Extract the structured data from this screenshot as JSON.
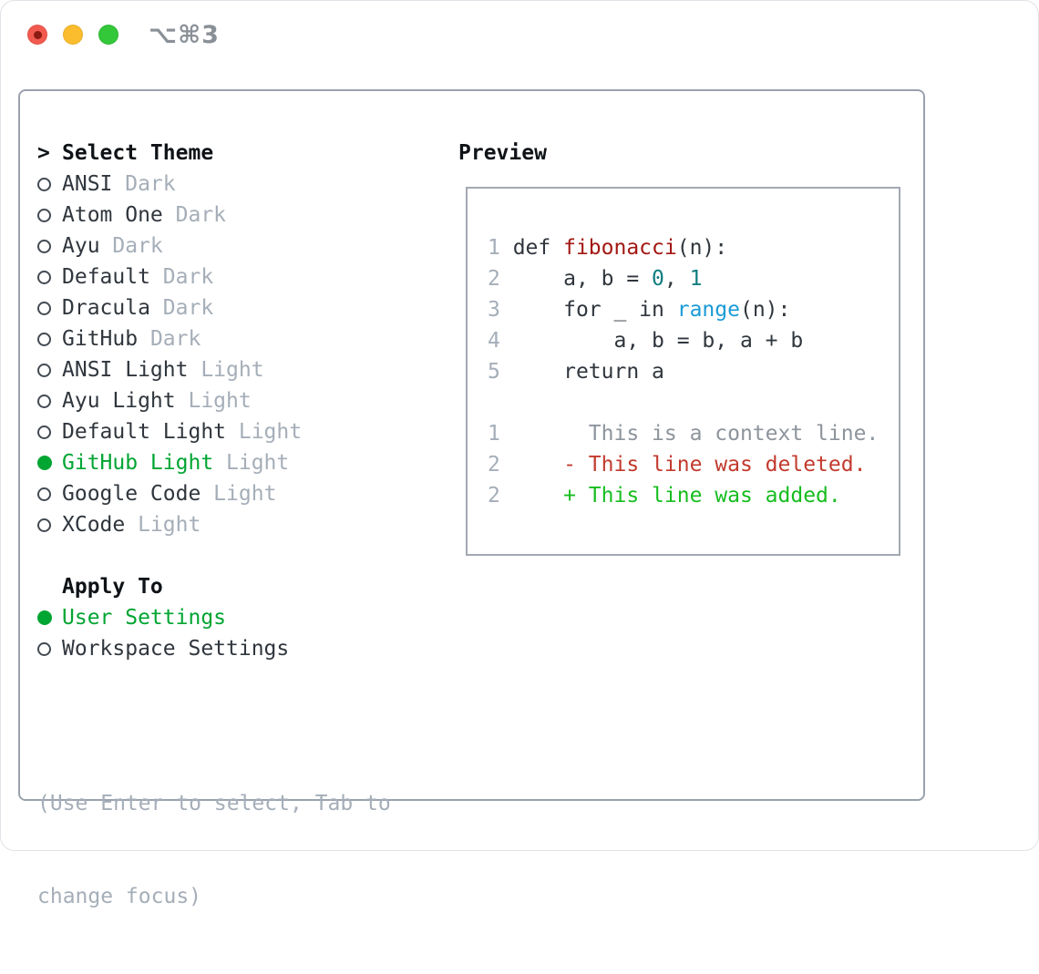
{
  "window": {
    "title": "⌥⌘3",
    "traffic_lights": [
      {
        "name": "close",
        "color": "#f35a4f"
      },
      {
        "name": "minimize",
        "color": "#fbbd2d"
      },
      {
        "name": "zoom",
        "color": "#33c73a"
      }
    ]
  },
  "colors": {
    "accent_green": "#00a532",
    "muted_gray": "#a5aeb8",
    "text_dark": "#30363d",
    "function_red": "#a31712",
    "number_teal": "#0f7d7f",
    "builtin_blue": "#1a9bd7",
    "deleted_red": "#c23a2d",
    "added_green": "#17bd20",
    "panel_border": "#9aa2ad"
  },
  "theme_menu": {
    "prompt": ">",
    "heading": "Select Theme",
    "items": [
      {
        "name": "ANSI",
        "variant": "Dark",
        "selected": false
      },
      {
        "name": "Atom One",
        "variant": "Dark",
        "selected": false
      },
      {
        "name": "Ayu",
        "variant": "Dark",
        "selected": false
      },
      {
        "name": "Default",
        "variant": "Dark",
        "selected": false
      },
      {
        "name": "Dracula",
        "variant": "Dark",
        "selected": false
      },
      {
        "name": "GitHub",
        "variant": "Dark",
        "selected": false
      },
      {
        "name": "ANSI Light",
        "variant": "Light",
        "selected": false
      },
      {
        "name": "Ayu Light",
        "variant": "Light",
        "selected": false
      },
      {
        "name": "Default Light",
        "variant": "Light",
        "selected": false
      },
      {
        "name": "GitHub Light",
        "variant": "Light",
        "selected": true
      },
      {
        "name": "Google Code",
        "variant": "Light",
        "selected": false
      },
      {
        "name": "XCode",
        "variant": "Light",
        "selected": false
      }
    ]
  },
  "apply_to": {
    "heading": "Apply To",
    "options": [
      {
        "label": "User Settings",
        "selected": true
      },
      {
        "label": "Workspace Settings",
        "selected": false
      }
    ]
  },
  "hint": {
    "lines": [
      "(Use Enter to select, Tab to",
      "change focus)"
    ]
  },
  "preview": {
    "heading": "Preview",
    "code_lines": [
      [
        {
          "t": "1 ",
          "s": "ln"
        },
        {
          "t": "def ",
          "s": "code"
        },
        {
          "t": "fibonacci",
          "s": "func"
        },
        {
          "t": "(n):",
          "s": "code"
        }
      ],
      [
        {
          "t": "2 ",
          "s": "ln"
        },
        {
          "t": "    a, b = ",
          "s": "code"
        },
        {
          "t": "0",
          "s": "num"
        },
        {
          "t": ", ",
          "s": "code"
        },
        {
          "t": "1",
          "s": "num"
        }
      ],
      [
        {
          "t": "3 ",
          "s": "ln"
        },
        {
          "t": "    for _ in ",
          "s": "code"
        },
        {
          "t": "range",
          "s": "builtin"
        },
        {
          "t": "(n):",
          "s": "code"
        }
      ],
      [
        {
          "t": "4 ",
          "s": "ln"
        },
        {
          "t": "        a, b = b, a + b",
          "s": "code"
        }
      ],
      [
        {
          "t": "5 ",
          "s": "ln"
        },
        {
          "t": "    return a",
          "s": "code"
        }
      ],
      [],
      [
        {
          "t": "1 ",
          "s": "ln"
        },
        {
          "t": "      This is a context line.",
          "s": "ctx"
        }
      ],
      [
        {
          "t": "2 ",
          "s": "ln"
        },
        {
          "t": "    ",
          "s": "code"
        },
        {
          "t": "- This line was deleted.",
          "s": "del"
        }
      ],
      [
        {
          "t": "2 ",
          "s": "ln"
        },
        {
          "t": "    ",
          "s": "code"
        },
        {
          "t": "+ This line was added.",
          "s": "add"
        }
      ]
    ]
  }
}
